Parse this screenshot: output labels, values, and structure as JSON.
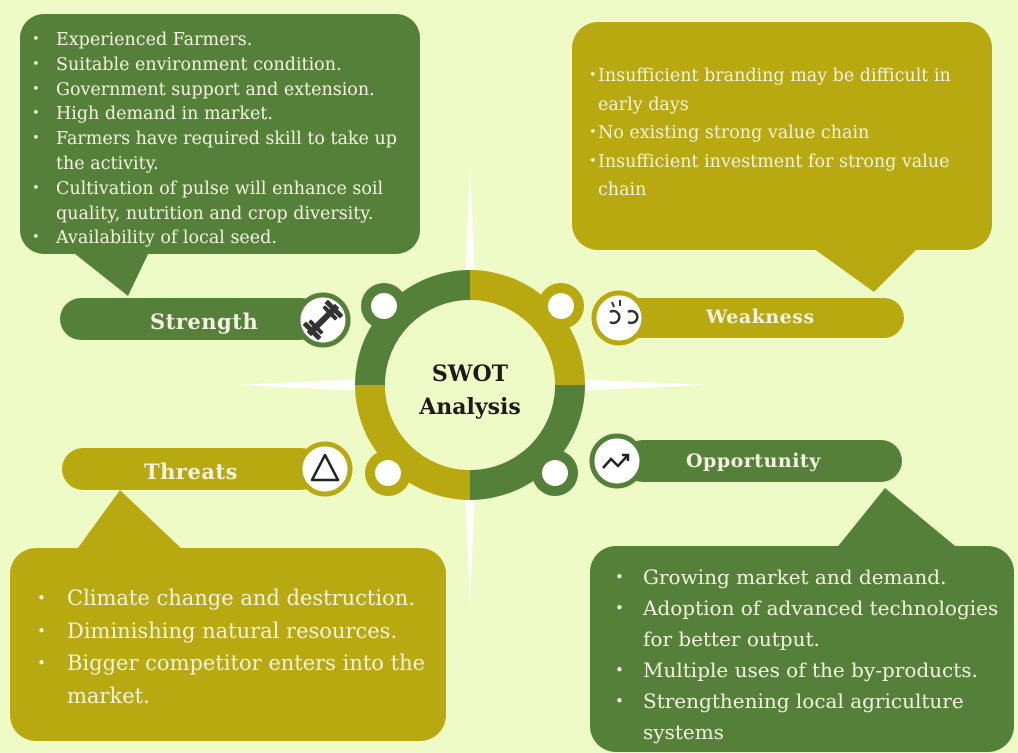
{
  "center": {
    "line1": "SWOT",
    "line2": "Analysis"
  },
  "strength": {
    "label": "Strength",
    "icon": "dumbbell-icon",
    "items": [
      "Experienced Farmers.",
      "Suitable environment condition.",
      "Government support and extension.",
      "High demand in market.",
      "Farmers have required skill to take up the activity.",
      "Cultivation of pulse will enhance soil quality, nutrition and crop diversity.",
      "Availability of local seed."
    ]
  },
  "weakness": {
    "label": "Weakness",
    "icon": "broken-link-icon",
    "items": [
      "Insufficient branding may be difficult in early days",
      "No existing strong value chain",
      "Insufficient investment for strong value chain"
    ]
  },
  "threats": {
    "label": "Threats",
    "icon": "warning-triangle-icon",
    "items": [
      "Climate change and destruction.",
      "Diminishing natural resources.",
      "Bigger competitor enters into the market."
    ]
  },
  "opportunity": {
    "label": "Opportunity",
    "icon": "trend-up-icon",
    "items": [
      "Growing market and demand.",
      "Adoption of advanced technologies for better output.",
      "Multiple uses of the by-products.",
      "Strengthening local agriculture systems"
    ]
  },
  "colors": {
    "background": "#eefbc6",
    "green": "#55803a",
    "olive": "#b7a90f",
    "text_light": "#f4f1e0"
  }
}
